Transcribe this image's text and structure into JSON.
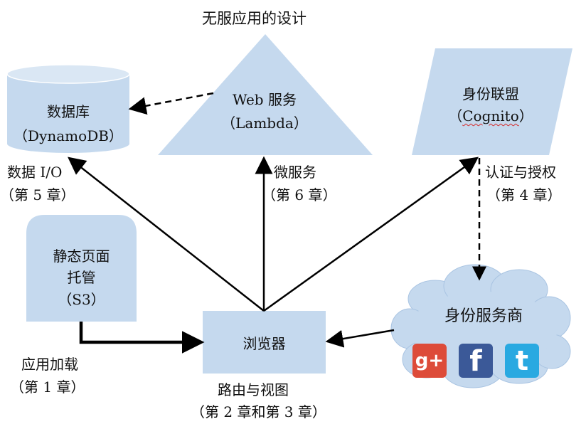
{
  "title": "无服应用的设计",
  "nodes": {
    "database": {
      "line1": "数据库",
      "line2": "（DynamoDB）"
    },
    "web_service": {
      "line1": "Web 服务",
      "line2": "（Lambda）"
    },
    "identity_federation": {
      "line1": "身份联盟",
      "line2_open": "（",
      "line2_word": "Cognito",
      "line2_close": "）"
    },
    "static_hosting": {
      "line1": "静态页面",
      "line2": "托管",
      "line3": "（S3）"
    },
    "browser": {
      "label": "浏览器"
    },
    "identity_provider": {
      "label": "身份服务商"
    }
  },
  "edge_labels": {
    "data_io": {
      "line1": "数据 I/O",
      "line2": "（第 5 章）"
    },
    "microservice": {
      "line1": "微服务",
      "line2": "（第 6 章）"
    },
    "auth": {
      "line1": "认证与授权",
      "line2": "（第 4 章）"
    },
    "app_loading": {
      "line1": "应用加载",
      "line2": "（第 1 章）"
    },
    "routing_view": {
      "line1": "路由与视图",
      "line2": "（第 2 章和第 3 章）"
    }
  },
  "logos": {
    "google_plus": {
      "text": "g+",
      "icon": "google-plus-icon",
      "color": "#dd4b39"
    },
    "facebook": {
      "text": "f",
      "icon": "facebook-icon",
      "color": "#3b5998"
    },
    "twitter": {
      "text": "t",
      "icon": "twitter-icon",
      "color": "#29a9e1"
    }
  },
  "colors": {
    "shape_fill": "#c5d9ee",
    "line": "#000000"
  }
}
